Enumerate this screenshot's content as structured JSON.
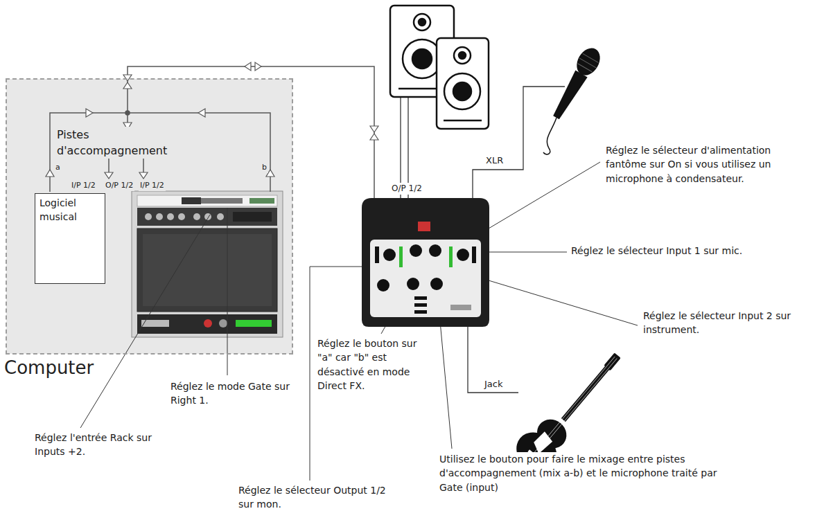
{
  "diagram": {
    "nodes": [
      {
        "text": [
          "Computer"
        ]
      },
      {
        "text": [
          "Logiciel musical"
        ],
        "in": 0
      }
    ],
    "labels": [
      "Pistes d'accompagnement",
      "a",
      "b",
      "I/P 1/2",
      "O/P 1/2",
      "I/P 1/2",
      "O/P 1/2",
      "XLR",
      "Jack",
      "Réglez le sélecteur d'alimentation fantôme sur On si vous utilisez un microphone à condensateur.",
      "Réglez le sélecteur Input 1 sur mic.",
      "Réglez le sélecteur Input 2 sur instrument.",
      "Réglez le bouton sur \"a\" car \"b\" est désactivé en mode Direct FX.",
      "Réglez le mode Gate sur Right 1.",
      "Réglez l'entrée Rack sur Inputs +2.",
      "Réglez le sélecteur Output 1/2 sur mon.",
      "Utilisez le bouton pour faire le mixage entre pistes d'accompagnement (mix a-b) et le microphone traité par Gate (input)"
    ]
  }
}
